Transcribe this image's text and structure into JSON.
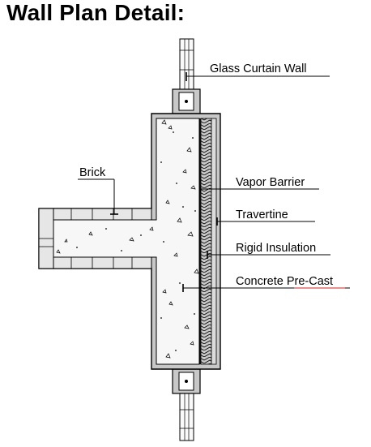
{
  "title": "Wall Plan Detail:",
  "labels": {
    "glass_curtain_wall": "Glass Curtain Wall",
    "brick": "Brick",
    "vapor_barrier": "Vapor Barrier",
    "travertine": "Travertine",
    "rigid_insulation": "Rigid Insulation",
    "concrete_precast": "Concrete Pre-Cast"
  },
  "colors": {
    "line": "#000000",
    "concrete_fill": "#f7f7f7",
    "brick_fill": "#e6e6e6",
    "travertine_fill": "#dcdcdc",
    "precast_fill": "#c8c8c8",
    "underline_accent": "#d11f1f"
  }
}
